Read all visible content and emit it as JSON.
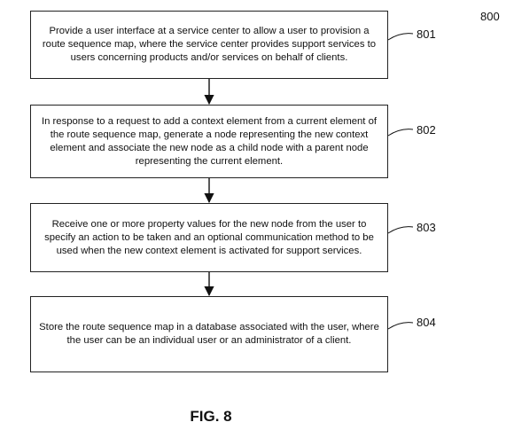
{
  "figure_number": "800",
  "caption": "FIG. 8",
  "steps": [
    {
      "ref": "801",
      "text": "Provide a user interface at a service center to allow a user to provision a route sequence map, where the service center provides support services to users concerning products and/or services on behalf of clients."
    },
    {
      "ref": "802",
      "text": "In response to a request to add a context element from a current element of the route sequence map, generate a node representing the new context element and associate the new node as a child node with a parent node representing the current element."
    },
    {
      "ref": "803",
      "text": "Receive one or more property values for the new node from the user to specify an action to be taken and an optional communication method to be used when the new context element is activated for support services."
    },
    {
      "ref": "804",
      "text": "Store the route sequence map in a database associated with the user, where the user can be an individual user or an administrator of a client."
    }
  ]
}
